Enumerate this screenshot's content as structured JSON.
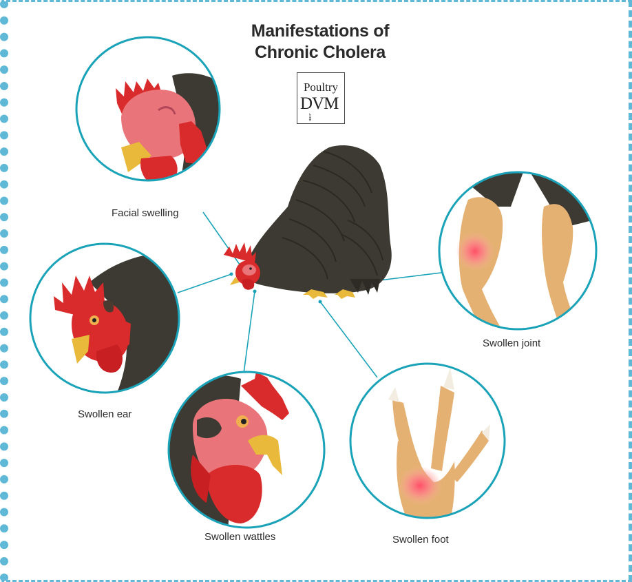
{
  "title": {
    "line1": "Manifestations of",
    "line2": "Chronic Cholera"
  },
  "logo": {
    "line1": "Poultry",
    "line2": "DVM",
    "superscript": ".com"
  },
  "labels": {
    "facial_swelling": "Facial swelling",
    "swollen_ear": "Swollen ear",
    "swollen_wattles": "Swollen wattles",
    "swollen_foot": "Swollen foot",
    "swollen_joint": "Swollen joint"
  },
  "colors": {
    "circle_stroke": "#1aa3b8",
    "comb_red": "#d92b2b",
    "feather_dark": "#3d3a33",
    "face_pink": "#e9757a",
    "beak_yellow": "#e8b93a",
    "leg_tan": "#e5b173",
    "inflammation": "#ff5a6e",
    "frame_border": "#5fb8d6"
  },
  "icons": [
    "chicken-illustration",
    "poultrydvm-logo"
  ]
}
